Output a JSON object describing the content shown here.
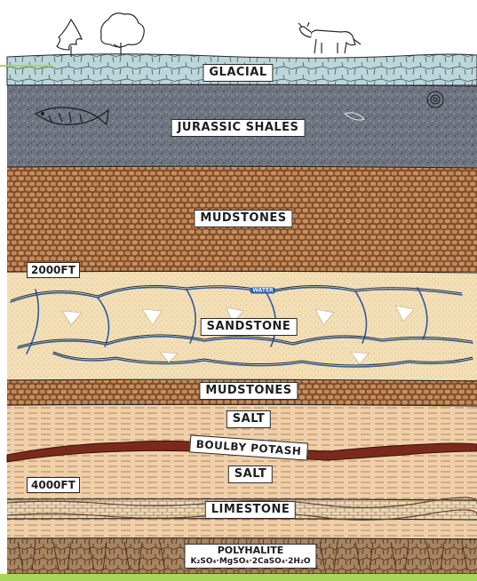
{
  "layers": [
    {
      "name": "glacial",
      "label": "GLACIAL",
      "color": "#b9d3d8"
    },
    {
      "name": "jurassic-shales",
      "label": "JURASSIC SHALES",
      "color": "#6f7480"
    },
    {
      "name": "mudstones-upper",
      "label": "MUDSTONES",
      "color": "#c48a5a"
    },
    {
      "name": "sandstone",
      "label": "SANDSTONE",
      "color": "#f1dcb2"
    },
    {
      "name": "mudstones-lower",
      "label": "MUDSTONES",
      "color": "#c48a5a"
    },
    {
      "name": "salt-upper",
      "label": "SALT",
      "color": "#efcfa9"
    },
    {
      "name": "boulby-potash",
      "label": "BOULBY POTASH",
      "color": "#7a2a1c"
    },
    {
      "name": "salt-lower",
      "label": "SALT",
      "color": "#efcfa9"
    },
    {
      "name": "limestone",
      "label": "LIMESTONE",
      "color": "#ecd8b8"
    },
    {
      "name": "polyhalite",
      "label": "POLYHALITE",
      "formula": "K₂SO₄·MgSO₄·2CaSO₄·2H₂O",
      "color": "#a07a55"
    }
  ],
  "depths": {
    "d2000": "2000FT",
    "d4000": "4000FT"
  },
  "water_label": "WATER",
  "colors": {
    "green_band": "#a8d65a",
    "outline": "#2a2a2a",
    "water": "#2a5ea8"
  }
}
